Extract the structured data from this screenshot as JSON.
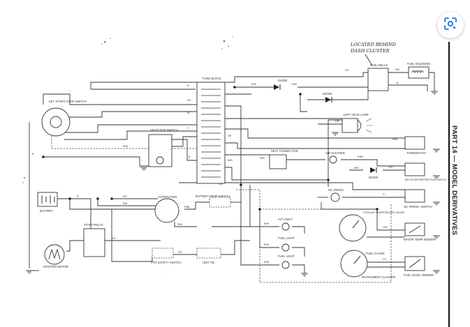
{
  "image_search_button": {
    "icon": "lens-scan-icon",
    "accent": "#1a73e8"
  },
  "page": {
    "part_heading": "PART 14 — MODEL DERIVATIVES",
    "note": [
      "LOCATED BEHIND",
      "DASH CLUSTER"
    ]
  },
  "components": {
    "key_switch": "KEY START/ STOP SWITCH",
    "fuse_block": "FUSE BLOCK",
    "selector_switch": "SELECTOR SWITCH",
    "battery": "BATTERY",
    "alternator": "ALTERNATOR",
    "battery_temp_switch": "BATTERY TEMP SWITCH",
    "start_relay": "START RELAY",
    "starter_motor": "STARTER MOTOR",
    "pto_safety_switch": "PTO SAFETY SWITCH",
    "unit_tie": "UNIT TIE",
    "fuel_relay": "FUEL RELAY",
    "fuel_solenoid": "FUEL SOLENOID",
    "diode_1": "DIODE",
    "diode_2": "DIODE",
    "diode_3": "DIODE",
    "left_head_lamp": "LEFT HEAD LAMP",
    "seat_connector": "SEAT CONNECTOR",
    "air_cleaner": "AIR CLEANER",
    "oil_press": "OIL PRESS",
    "alt_light": "ALT LIGHT",
    "fuel_light": "FUEL LIGHT",
    "fuel_light_2": "FUEL LIGHT",
    "coolant_temp_gauge": "COOLANT TEMPERATURE GAUGE",
    "fuel_gauge": "FUEL GAUGE",
    "instrument_cluster": "INSTRUMENT CLUSTER",
    "thermostat": "THERMOSTAT",
    "air_filter_switch": "AIR FILTER RESTRICTION SWITCH",
    "oil_press_switch": "OIL PRESS. SWITCH",
    "water_temp_sender": "WATER TEMP SENDER",
    "fuel_level_sender": "FUEL LEVEL SENDER"
  },
  "wires": {
    "r": "R",
    "r_w": "R/W",
    "r_y": "R/Y",
    "r_b": "R/B",
    "r_bl": "R/BL",
    "y": "Y",
    "w": "W",
    "w_b": "W/B",
    "b": "B",
    "y_w": "Y/W",
    "p_b": "P/B",
    "lb": "L/B",
    "gr": "GR",
    "w_r": "W/R",
    "r_bk": "R/BK",
    "y_r": "Y/R",
    "bl": "BL",
    "w_y": "W/Y",
    "r_g": "R/G",
    "g": "G",
    "l_y": "L/Y"
  }
}
